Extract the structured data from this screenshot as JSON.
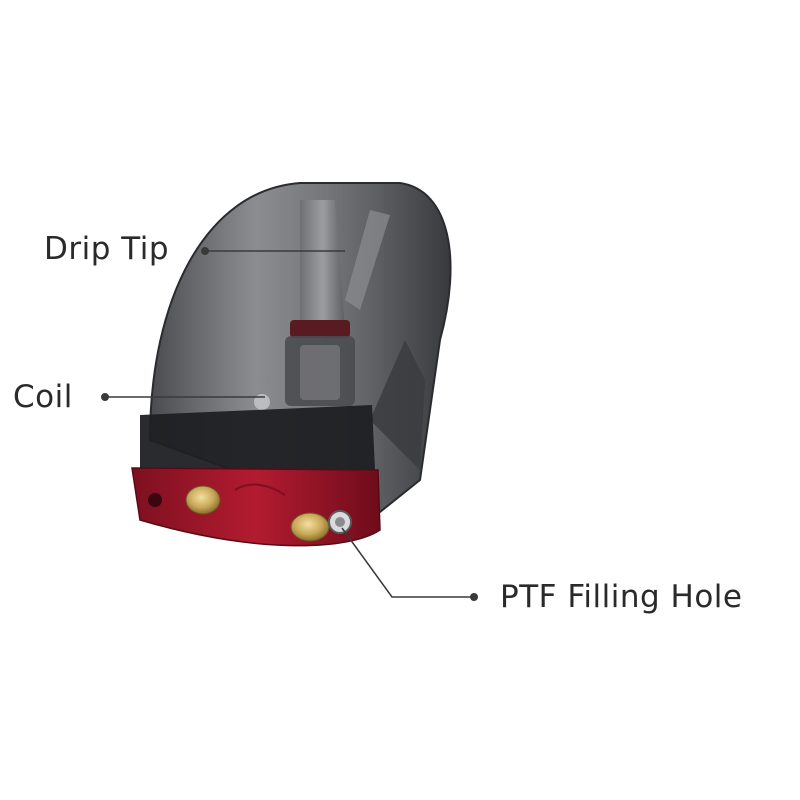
{
  "callouts": {
    "drip_tip": "Drip Tip",
    "coil": "Coil",
    "ptf_filling_hole": "PTF Filling Hole"
  },
  "colors": {
    "shell": "#4a4b4f",
    "base_red": "#a8182c",
    "contact_gold": "#c9a95a",
    "leader_line": "#3a3a3a"
  }
}
